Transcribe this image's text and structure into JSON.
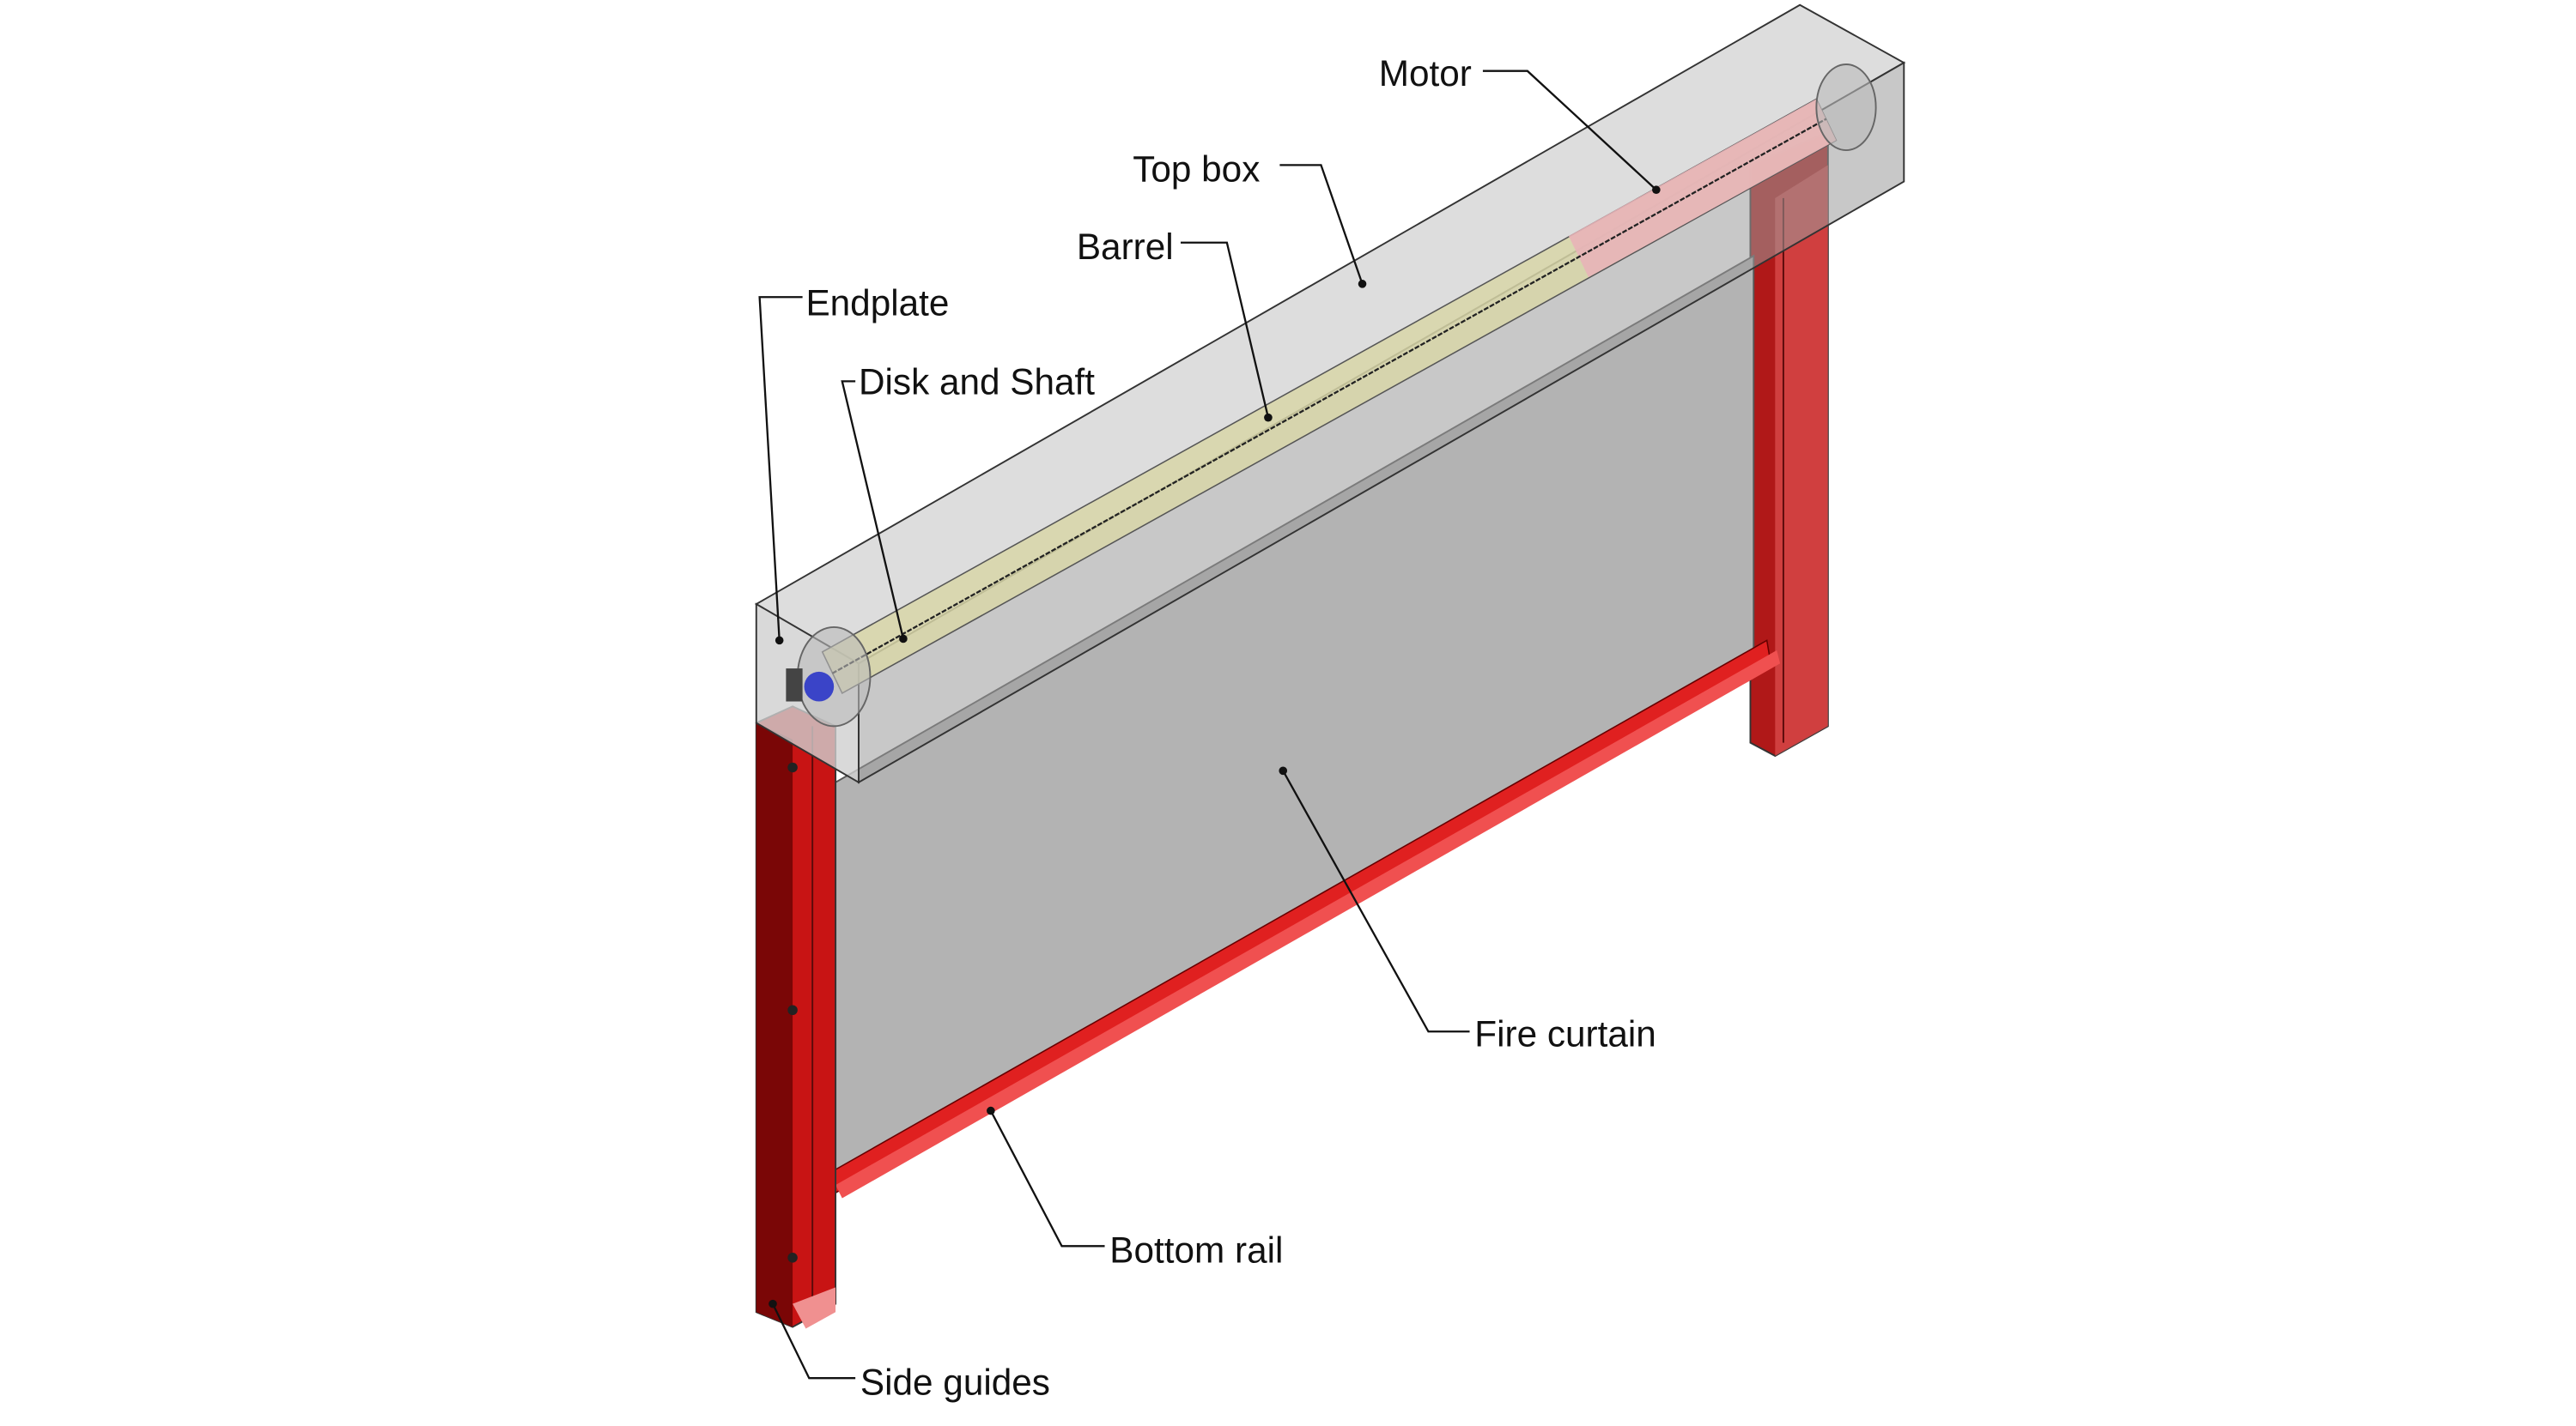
{
  "diagram": {
    "labels": {
      "motor": "Motor",
      "top_box": "Top box",
      "barrel": "Barrel",
      "endplate": "Endplate",
      "disk_and_shaft": "Disk and Shaft",
      "fire_curtain": "Fire curtain",
      "bottom_rail": "Bottom rail",
      "side_guides": "Side guides"
    },
    "colors": {
      "curtain": "#b3b3b3",
      "frame_red": "#c81414",
      "barrel": "#d8d6a8",
      "motor": "#e8b4b8",
      "shaft": "#3a44c8"
    }
  }
}
